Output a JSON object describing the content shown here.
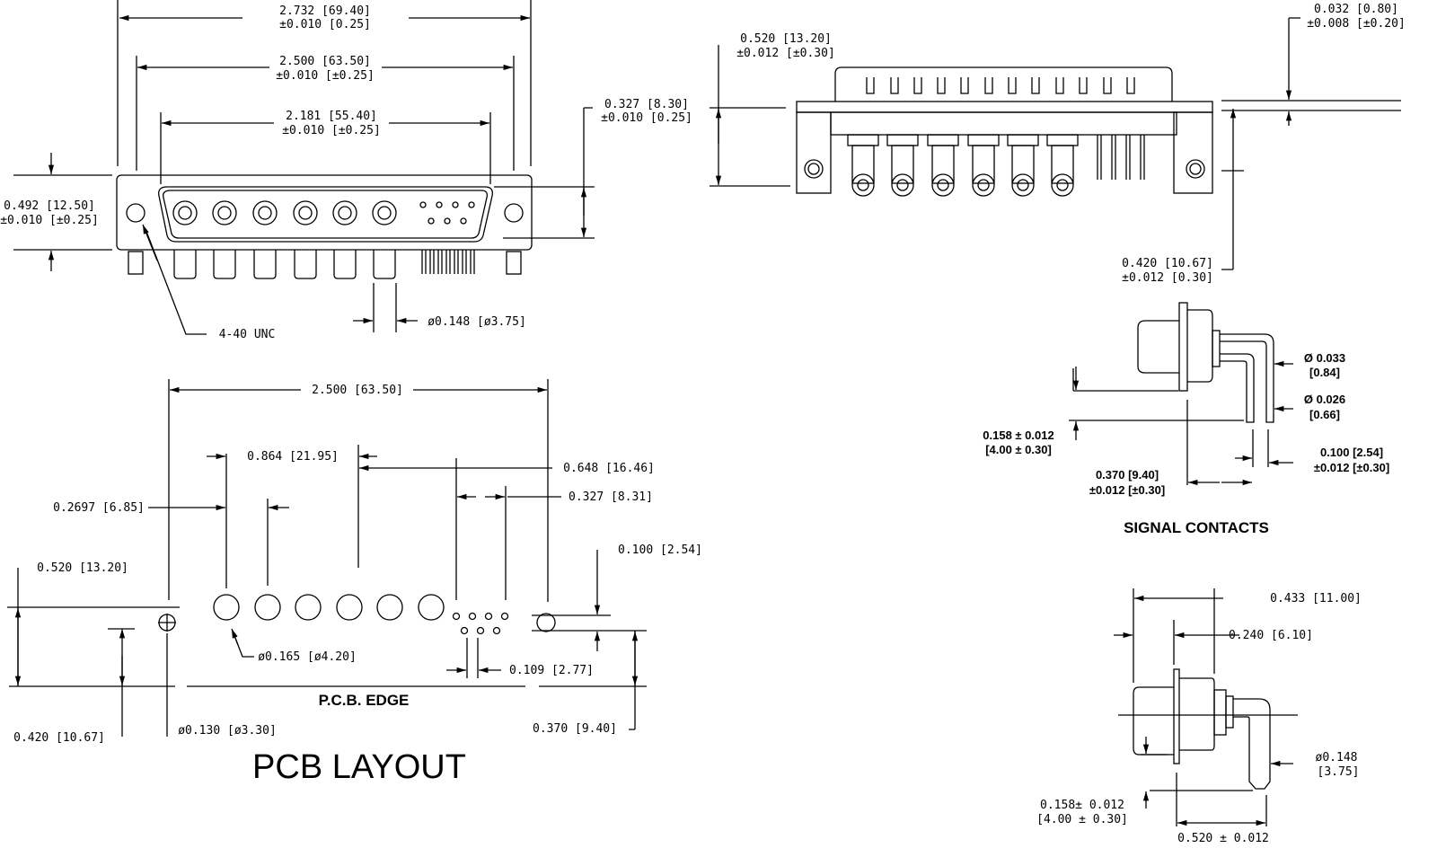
{
  "front_view": {
    "dim_overall": [
      "2.732 [69.40]",
      "±0.010 [0.25]"
    ],
    "dim_mount": [
      "2.500 [63.50]",
      "±0.010 [±0.25]"
    ],
    "dim_shell": [
      "2.181 [55.40]",
      "±0.010 [±0.25]"
    ],
    "dim_shell_height": [
      "0.327 [8.30]",
      "±0.010 [0.25]"
    ],
    "dim_height": [
      "0.492 [12.50]",
      "±0.010 [±0.25]"
    ],
    "dim_pin": "ø0.148 [ø3.75]",
    "thread": "4-40 UNC"
  },
  "side_view": {
    "dim_depth": [
      "0.520 [13.20]",
      "±0.012 [±0.30]"
    ],
    "dim_flange": [
      "0.032 [0.80]",
      "±0.008 [±0.20]"
    ],
    "dim_offset": [
      "0.420 [10.67]",
      "±0.012 [0.30]"
    ]
  },
  "signal_contacts": {
    "title": "SIGNAL CONTACTS",
    "dia1": [
      "Ø 0.033",
      "[0.84]"
    ],
    "dia2": [
      "Ø 0.026",
      "[0.66]"
    ],
    "standoff": [
      "0.158 ± 0.012",
      "[4.00 ± 0.30]"
    ],
    "reach": [
      "0.370 [9.40]",
      "±0.012 [±0.30]"
    ],
    "pitch": [
      "0.100 [2.54]",
      "±0.012 [±0.30]"
    ]
  },
  "power_contact": {
    "dim_a": "0.433 [11.00]",
    "dim_b": "0.240 [6.10]",
    "dia": [
      "ø0.148",
      "[3.75]"
    ],
    "standoff": [
      "0.158±  0.012",
      "[4.00  ±  0.30]"
    ],
    "reach": "0.520  ±  0.012"
  },
  "pcb_layout": {
    "title": "PCB LAYOUT",
    "edge_label": "P.C.B. EDGE",
    "dim_mount": "2.500 [63.50]",
    "dim_864": "0.864 [21.95]",
    "dim_648": "0.648 [16.46]",
    "dim_327": "0.327 [8.31]",
    "dim_2697": "0.2697 [6.85]",
    "dim_100": "0.100 [2.54]",
    "dim_520": "0.520 [13.20]",
    "dim_hole": "ø0.165 [ø4.20]",
    "dim_109": "0.109 [2.77]",
    "dim_420": "0.420 [10.67]",
    "dim_mount_hole": "ø0.130 [ø3.30]",
    "dim_370": "0.370 [9.40]"
  }
}
